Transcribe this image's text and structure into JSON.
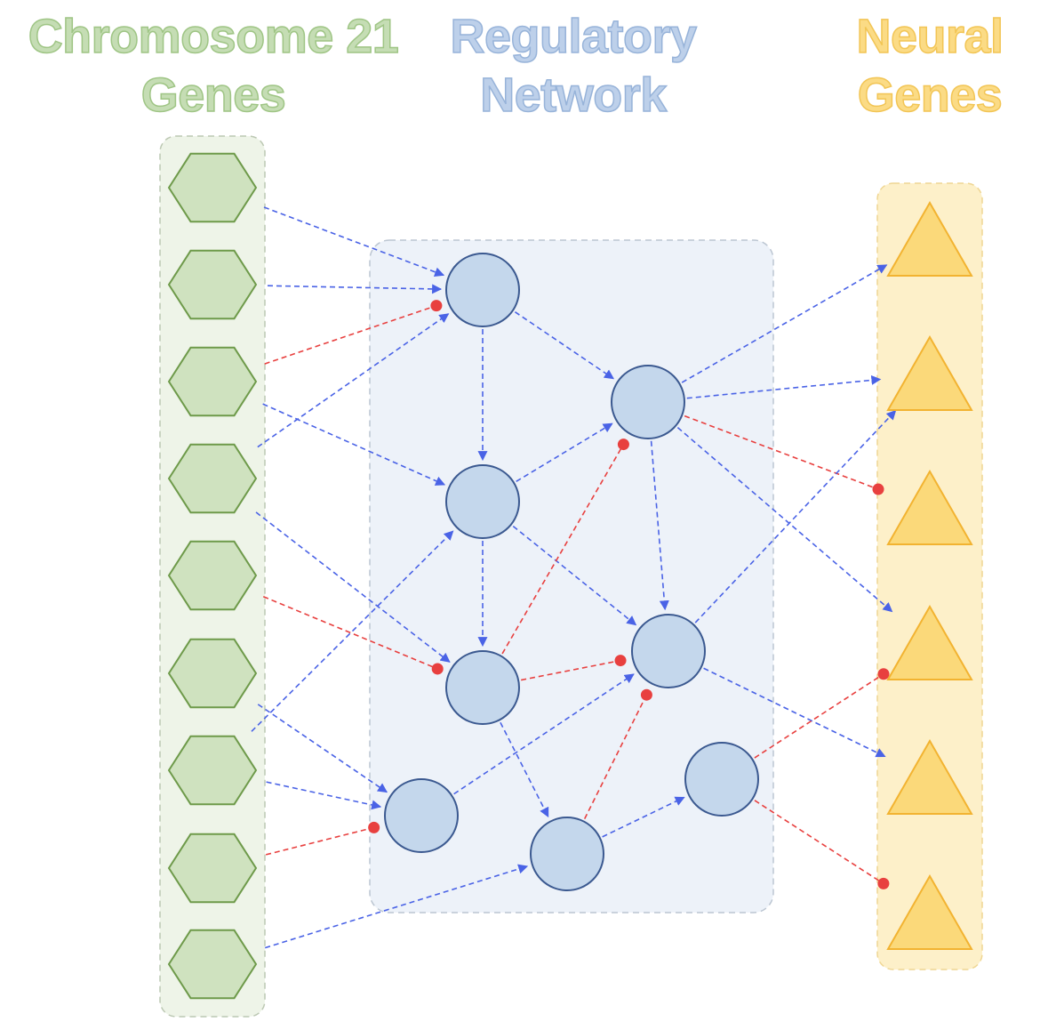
{
  "titles": {
    "left_line1": "Chromosome 21",
    "left_line2": "Genes",
    "middle_line1": "Regulatory",
    "middle_line2": "Network",
    "right_line1": "Neural",
    "right_line2": "Genes"
  },
  "colors": {
    "green_fill": "#cfe2bf",
    "green_stroke": "#6e9a4a",
    "blue_fill": "#c4d7ec",
    "blue_stroke": "#3b5990",
    "yellow_fill": "#fbd97a",
    "yellow_stroke": "#f2b331",
    "activation_edge": "#4a63e6",
    "inhibition_edge": "#e8403f"
  },
  "legend_semantics": {
    "arrow_head": "activation",
    "dot_head": "inhibition"
  }
}
